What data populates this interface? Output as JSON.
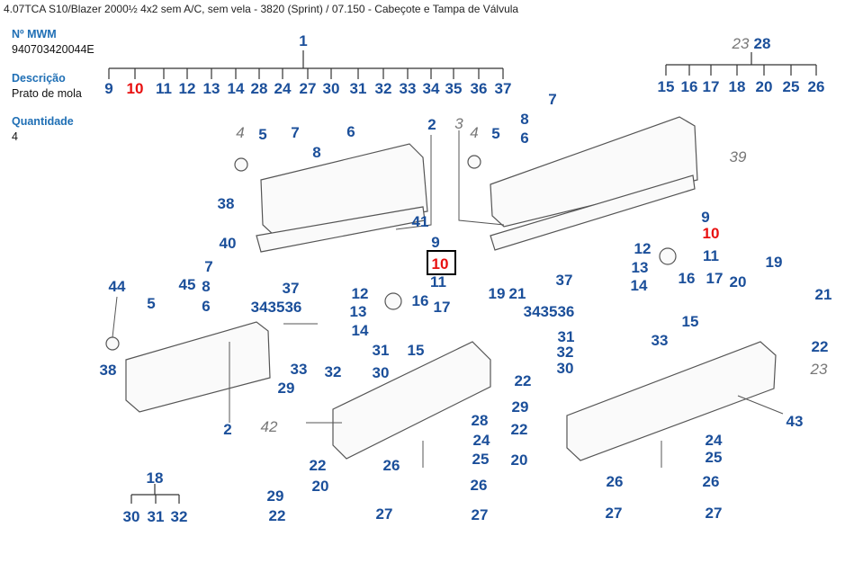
{
  "header": {
    "title": "4.07TCA S10/Blazer 2000½ 4x2 sem A/C, sem vela - 3820 (Sprint)  /  07.150 - Cabeçote e Tampa de Válvula"
  },
  "part": {
    "mwm_label": "Nº MWM",
    "mwm_value": "940703420044E",
    "desc_label": "Descrição",
    "desc_value": "Prato de mola",
    "qty_label": "Quantidade",
    "qty_value": "4"
  },
  "highlight_color": "#e81010",
  "callouts": [
    [
      "1",
      "n"
    ],
    [
      "9",
      "n"
    ],
    [
      "10",
      "h"
    ],
    [
      "11",
      "n"
    ],
    [
      "12",
      "n"
    ],
    [
      "13",
      "n"
    ],
    [
      "14",
      "n"
    ],
    [
      "28",
      "n"
    ],
    [
      "24",
      "n"
    ],
    [
      "27",
      "n"
    ],
    [
      "30",
      "n"
    ],
    [
      "31",
      "n"
    ],
    [
      "32",
      "n"
    ],
    [
      "33",
      "n"
    ],
    [
      "34",
      "n"
    ],
    [
      "35",
      "n"
    ],
    [
      "36",
      "n"
    ],
    [
      "37",
      "n"
    ],
    [
      "23",
      "r"
    ],
    [
      "28",
      "n"
    ],
    [
      "15",
      "n"
    ],
    [
      "16",
      "n"
    ],
    [
      "17",
      "n"
    ],
    [
      "18",
      "n"
    ],
    [
      "20",
      "n"
    ],
    [
      "25",
      "n"
    ],
    [
      "26",
      "n"
    ],
    [
      "18",
      "n"
    ],
    [
      "30",
      "n"
    ],
    [
      "31",
      "n"
    ],
    [
      "32",
      "n"
    ],
    [
      "4",
      "r"
    ],
    [
      "5",
      "n"
    ],
    [
      "7",
      "n"
    ],
    [
      "6",
      "n"
    ],
    [
      "8",
      "n"
    ],
    [
      "2",
      "n"
    ],
    [
      "38",
      "n"
    ],
    [
      "40",
      "n"
    ],
    [
      "41",
      "n"
    ],
    [
      "9",
      "n"
    ],
    [
      "10",
      "h"
    ],
    [
      "11",
      "n"
    ],
    [
      "3",
      "r"
    ],
    [
      "4",
      "r"
    ],
    [
      "5",
      "n"
    ],
    [
      "7",
      "n"
    ],
    [
      "8",
      "n"
    ],
    [
      "6",
      "n"
    ],
    [
      "39",
      "r"
    ],
    [
      "9",
      "n"
    ],
    [
      "10",
      "h"
    ],
    [
      "11",
      "n"
    ],
    [
      "12",
      "n"
    ],
    [
      "13",
      "n"
    ],
    [
      "14",
      "n"
    ],
    [
      "16",
      "n"
    ],
    [
      "17",
      "n"
    ],
    [
      "15",
      "n"
    ],
    [
      "19",
      "n"
    ],
    [
      "20",
      "n"
    ],
    [
      "21",
      "n"
    ],
    [
      "22",
      "n"
    ],
    [
      "23",
      "r"
    ],
    [
      "43",
      "n"
    ],
    [
      "37",
      "n"
    ],
    [
      "343536",
      "n"
    ],
    [
      "33",
      "n"
    ],
    [
      "31",
      "n"
    ],
    [
      "32",
      "n"
    ],
    [
      "30",
      "n"
    ],
    [
      "29",
      "n"
    ],
    [
      "22",
      "n"
    ],
    [
      "20",
      "n"
    ],
    [
      "24",
      "n"
    ],
    [
      "25",
      "n"
    ],
    [
      "26",
      "n"
    ],
    [
      "26",
      "n"
    ],
    [
      "27",
      "n"
    ],
    [
      "27",
      "n"
    ],
    [
      "44",
      "n"
    ],
    [
      "5",
      "n"
    ],
    [
      "45",
      "n"
    ],
    [
      "7",
      "n"
    ],
    [
      "8",
      "n"
    ],
    [
      "6",
      "n"
    ],
    [
      "38",
      "n"
    ],
    [
      "2",
      "n"
    ],
    [
      "37",
      "n"
    ],
    [
      "343536",
      "n"
    ],
    [
      "12",
      "n"
    ],
    [
      "13",
      "n"
    ],
    [
      "14",
      "n"
    ],
    [
      "16",
      "n"
    ],
    [
      "17",
      "n"
    ],
    [
      "15",
      "n"
    ],
    [
      "31",
      "n"
    ],
    [
      "32",
      "n"
    ],
    [
      "30",
      "n"
    ],
    [
      "33",
      "n"
    ],
    [
      "19",
      "n"
    ],
    [
      "21",
      "n"
    ],
    [
      "22",
      "n"
    ],
    [
      "29",
      "n"
    ],
    [
      "28",
      "n"
    ],
    [
      "42",
      "r"
    ],
    [
      "24",
      "n"
    ],
    [
      "25",
      "n"
    ],
    [
      "26",
      "n"
    ],
    [
      "26",
      "n"
    ],
    [
      "22",
      "n"
    ],
    [
      "20",
      "n"
    ],
    [
      "29",
      "n"
    ],
    [
      "22",
      "n"
    ],
    [
      "27",
      "n"
    ],
    [
      "27",
      "n"
    ]
  ]
}
